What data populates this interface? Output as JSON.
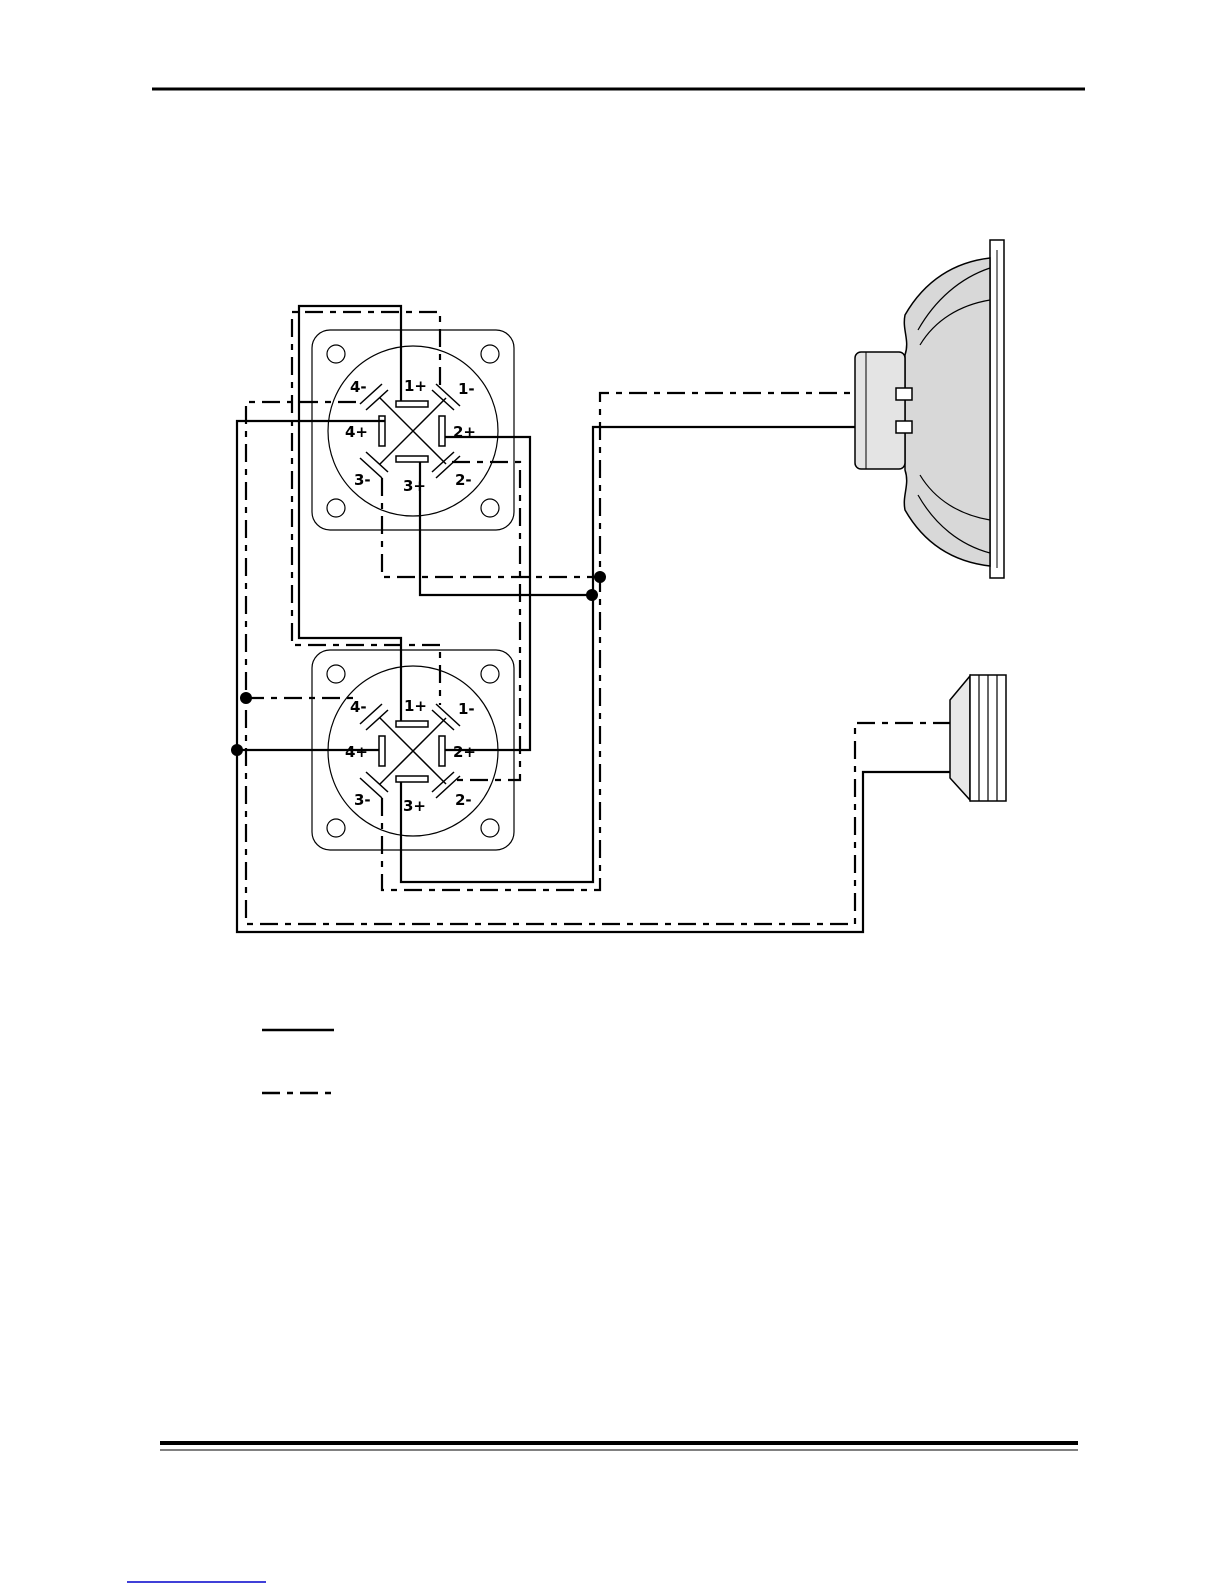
{
  "document": {
    "header_rule": true,
    "footer_rule": true
  },
  "connectors": [
    {
      "id": "upper",
      "pins": {
        "p1plus": "1+",
        "p1minus": "1-",
        "p2plus": "2+",
        "p2minus": "2-",
        "p3plus": "3+",
        "p3minus": "3-",
        "p4plus": "4+",
        "p4minus": "4-"
      }
    },
    {
      "id": "lower",
      "pins": {
        "p1plus": "1+",
        "p1minus": "1-",
        "p2plus": "2+",
        "p2minus": "2-",
        "p3plus": "3+",
        "p3minus": "3-",
        "p4plus": "4+",
        "p4minus": "4-"
      }
    }
  ],
  "legend": {
    "items": [
      {
        "style": "solid",
        "text": ""
      },
      {
        "style": "dashed",
        "text": ""
      }
    ]
  },
  "colors": {
    "ink": "#000000",
    "speaker_fill": "#d8d8d8",
    "link": "#0000cc"
  }
}
